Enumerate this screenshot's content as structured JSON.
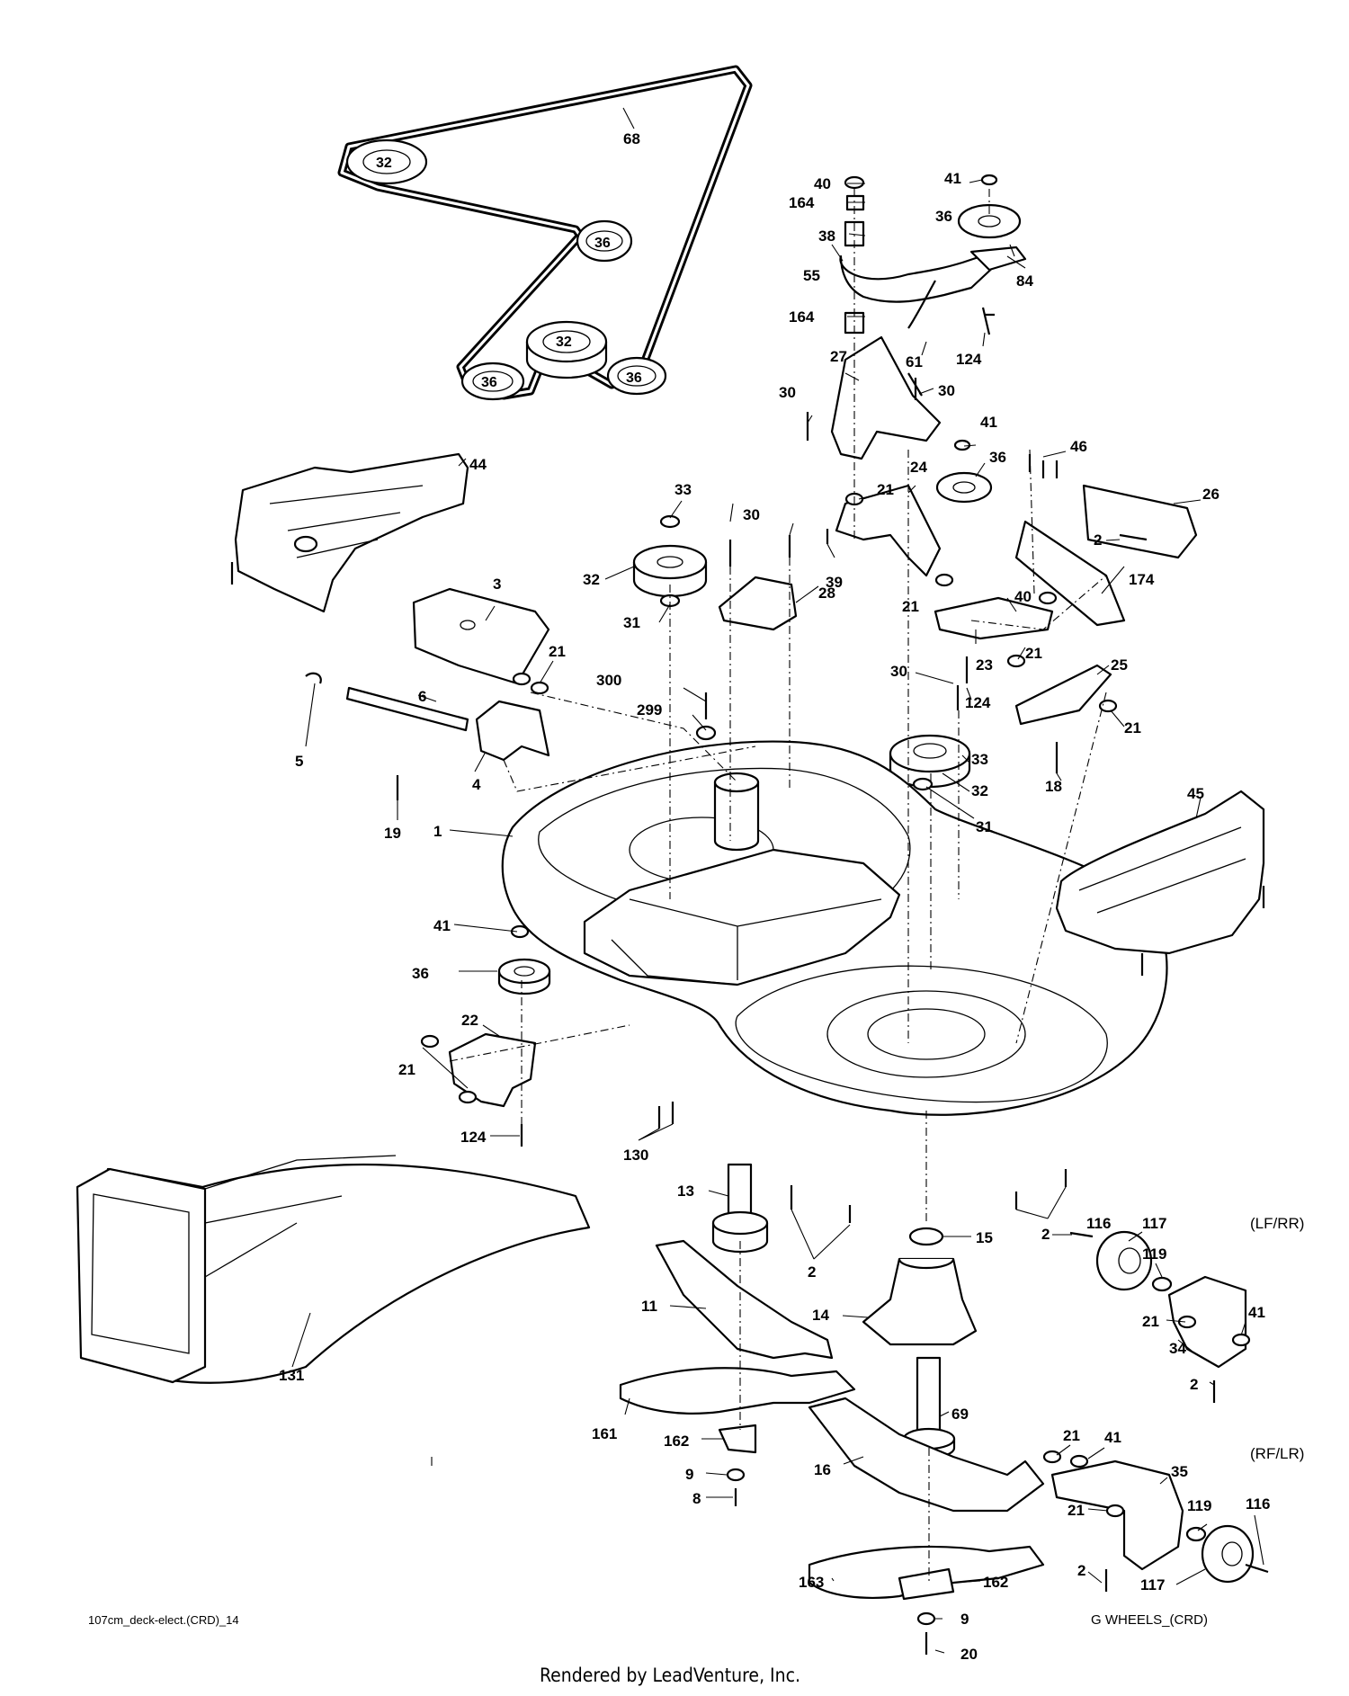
{
  "callouts": [
    "68",
    "32",
    "36",
    "32",
    "36",
    "36",
    "40",
    "164",
    "38",
    "55",
    "164",
    "41",
    "36",
    "84",
    "124",
    "61",
    "27",
    "30",
    "30",
    "41",
    "36",
    "46",
    "44",
    "33",
    "30",
    "32",
    "31",
    "28",
    "39",
    "21",
    "24",
    "26",
    "2",
    "174",
    "3",
    "21",
    "6",
    "5",
    "4",
    "19",
    "21",
    "40",
    "23",
    "21",
    "30",
    "124",
    "25",
    "300",
    "299",
    "33",
    "32",
    "18",
    "31",
    "21",
    "1",
    "45",
    "41",
    "36",
    "22",
    "21",
    "124",
    "130",
    "13",
    "2",
    "2",
    "15",
    "116",
    "117",
    "119",
    "11",
    "14",
    "21",
    "41",
    "34",
    "2",
    "131",
    "161",
    "162",
    "9",
    "8",
    "69",
    "16",
    "21",
    "41",
    "35",
    "21",
    "119",
    "116",
    "2",
    "117",
    "163",
    "162",
    "9",
    "20"
  ],
  "wheel_labels": {
    "front": "(LF/RR)",
    "rear": "(RF/LR)"
  },
  "footer": {
    "drawing_id": "107cm_deck-elect.(CRD)_14",
    "wheels_id": "G WHEELS_(CRD)",
    "credit": "Rendered by LeadVenture, Inc."
  }
}
